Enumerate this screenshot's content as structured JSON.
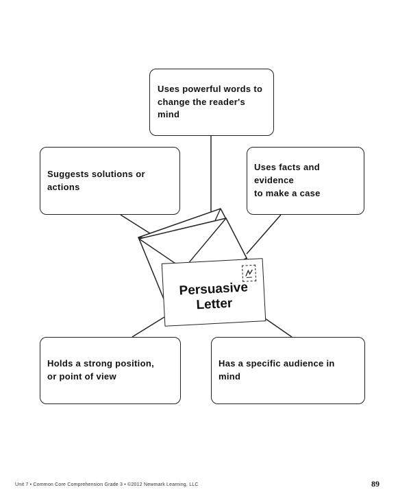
{
  "center": {
    "title": "Persuasive\nLetter"
  },
  "boxes": {
    "top": "Uses powerful words to\nchange the reader's mind",
    "left": "Suggests solutions or actions",
    "right": "Uses facts and evidence\nto make a case",
    "bottom_left": "Holds a strong position,\nor point of view",
    "bottom_right": "Has a specific audience in mind"
  },
  "footer": {
    "text": "Unit 7 • Common Core Comprehension Grade 3 • ©2012 Newmark Learning, LLC",
    "page_number": "89"
  },
  "icons": [
    "envelope-icon",
    "stamp-icon"
  ]
}
